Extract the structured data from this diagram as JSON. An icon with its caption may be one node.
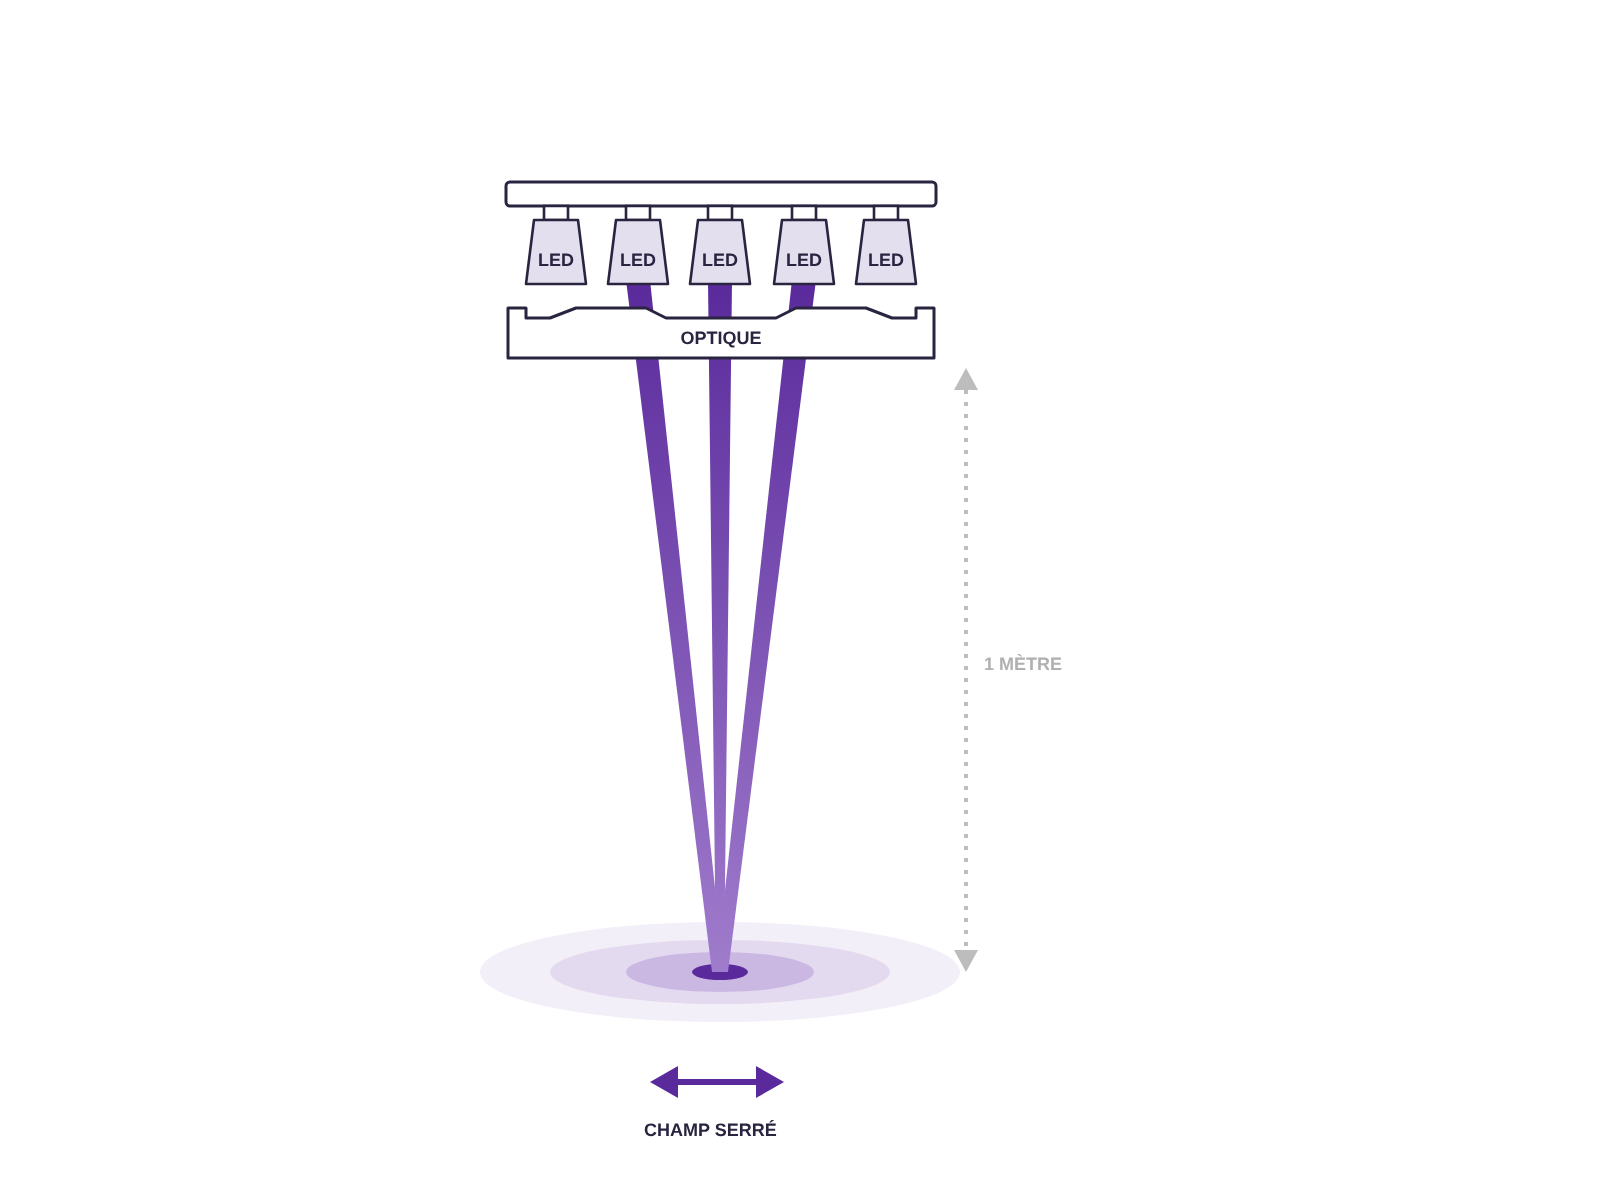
{
  "diagram": {
    "nodes": [
      {
        "text": [
          "LED"
        ]
      },
      {
        "text": [
          "LED"
        ]
      },
      {
        "text": [
          "LED"
        ]
      },
      {
        "text": [
          "LED"
        ]
      },
      {
        "text": [
          "LED"
        ]
      },
      {
        "text": [
          "OPTIQUE"
        ]
      }
    ],
    "labels": [
      "1 MÈTRE",
      "CHAMP SERRÉ"
    ]
  }
}
